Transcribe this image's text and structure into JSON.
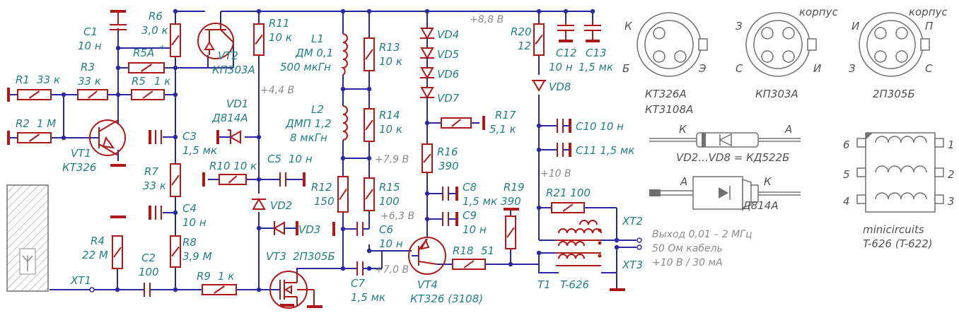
{
  "components": {
    "C1": [
      "C1",
      "10 н"
    ],
    "R6": [
      "R6",
      "3,0 к"
    ],
    "R5A": [
      "R5A",
      "*"
    ],
    "R1": [
      "R1",
      "33 к"
    ],
    "R3": [
      "R3",
      "33 к"
    ],
    "R5": [
      "R5",
      "1 к"
    ],
    "R2": [
      "R2",
      "1 М"
    ],
    "VT1": [
      "VT1",
      "КТ326"
    ],
    "VT2": [
      "VT2",
      "КП303А"
    ],
    "R11": [
      "R11",
      "10 к"
    ],
    "C3": [
      "C3",
      "1,5 мк"
    ],
    "R7": [
      "R7",
      "33 к"
    ],
    "C4": [
      "C4",
      "10 н"
    ],
    "R4": [
      "R4",
      "22 М"
    ],
    "R8": [
      "R8",
      "3,9 М"
    ],
    "C2": [
      "C2",
      "100"
    ],
    "XT1": [
      "XT1"
    ],
    "R9": [
      "R9",
      "1 к"
    ],
    "VD1": [
      "VD1",
      "Д814А"
    ],
    "R10": [
      "R10 10 к"
    ],
    "C5": [
      "C5",
      "10 н"
    ],
    "VD2": [
      "VD2"
    ],
    "VD3": [
      "VD3"
    ],
    "VT3": [
      "VT3",
      "2П305Б"
    ],
    "L1": [
      "L1",
      "ДМ 0,1",
      "500 мкГн"
    ],
    "L2": [
      "L2",
      "ДМП 1,2",
      "8 мкГн"
    ],
    "R13": [
      "R13",
      "10 к"
    ],
    "R14": [
      "R14",
      "10 к"
    ],
    "R12": [
      "R12",
      "150"
    ],
    "R15": [
      "R15",
      "100"
    ],
    "C6": [
      "C6",
      "10 н"
    ],
    "C7": [
      "C7",
      "1,5 мк"
    ],
    "VD4": [
      "VD4"
    ],
    "VD5": [
      "VD5"
    ],
    "VD6": [
      "VD6"
    ],
    "VD7": [
      "VD7"
    ],
    "R17": [
      "R17",
      "5,1 к"
    ],
    "R16": [
      "R16",
      "390"
    ],
    "C8": [
      "C8",
      "1,5 мк"
    ],
    "C9": [
      "C9",
      "10 н"
    ],
    "VT4": [
      "VT4",
      "КТ326 (3108)"
    ],
    "R18": [
      "R18",
      "51"
    ],
    "R19": [
      "R19",
      "390"
    ],
    "R20": [
      "R20",
      "12"
    ],
    "C12": [
      "C12",
      "10 н"
    ],
    "C13": [
      "C13",
      "1,5 мк"
    ],
    "VD8": [
      "VD8"
    ],
    "C10": [
      "C10 10 н"
    ],
    "C11": [
      "C11 1,5 мк"
    ],
    "R21": [
      "R21 100"
    ],
    "XT2": [
      "XT2"
    ],
    "XT3": [
      "XT3"
    ],
    "T1": [
      "T1",
      "T-626"
    ]
  },
  "voltages": {
    "v88": "+8,8 В",
    "v44": "+4,4 В",
    "v79": "+7,9 В",
    "v10": "+10 В",
    "v63": "+6,3 В",
    "v70": "+7,0 В"
  },
  "output_notes": [
    "Выход 0,01 – 2 МГц",
    "50 Ом кабель",
    "+10 В / 30 мА"
  ],
  "pinouts": [
    {
      "part": "КТ326А",
      "part2": "КТ3108А",
      "pins": [
        "К",
        "Б",
        "Э"
      ],
      "case_label": ""
    },
    {
      "part": "КП303А",
      "part2": "",
      "pins": [
        "З",
        "С",
        "И"
      ],
      "case_label": "корпус"
    },
    {
      "part": "2П305Б",
      "part2": "",
      "pins": [
        "И",
        "З",
        "П",
        "С"
      ],
      "case_label": "корпус"
    }
  ],
  "diode_legend": {
    "small": {
      "anode": "А",
      "cathode": "К",
      "note": "VD2...VD8 = КД522Б"
    },
    "zener": {
      "anode": "А",
      "cathode": "К",
      "note": "Д814А"
    }
  },
  "transformer_pkg": {
    "pins_left": [
      "6",
      "5",
      "4"
    ],
    "pins_right": [
      "1",
      "2",
      "3"
    ],
    "line1": "minicircuits",
    "line2": "T-626 (T-622)"
  },
  "colors": {
    "wire": "#2828a0",
    "component": "#b01818",
    "label": "#1f7f84",
    "voltage": "#8a8a8a",
    "outline": "#707070"
  }
}
